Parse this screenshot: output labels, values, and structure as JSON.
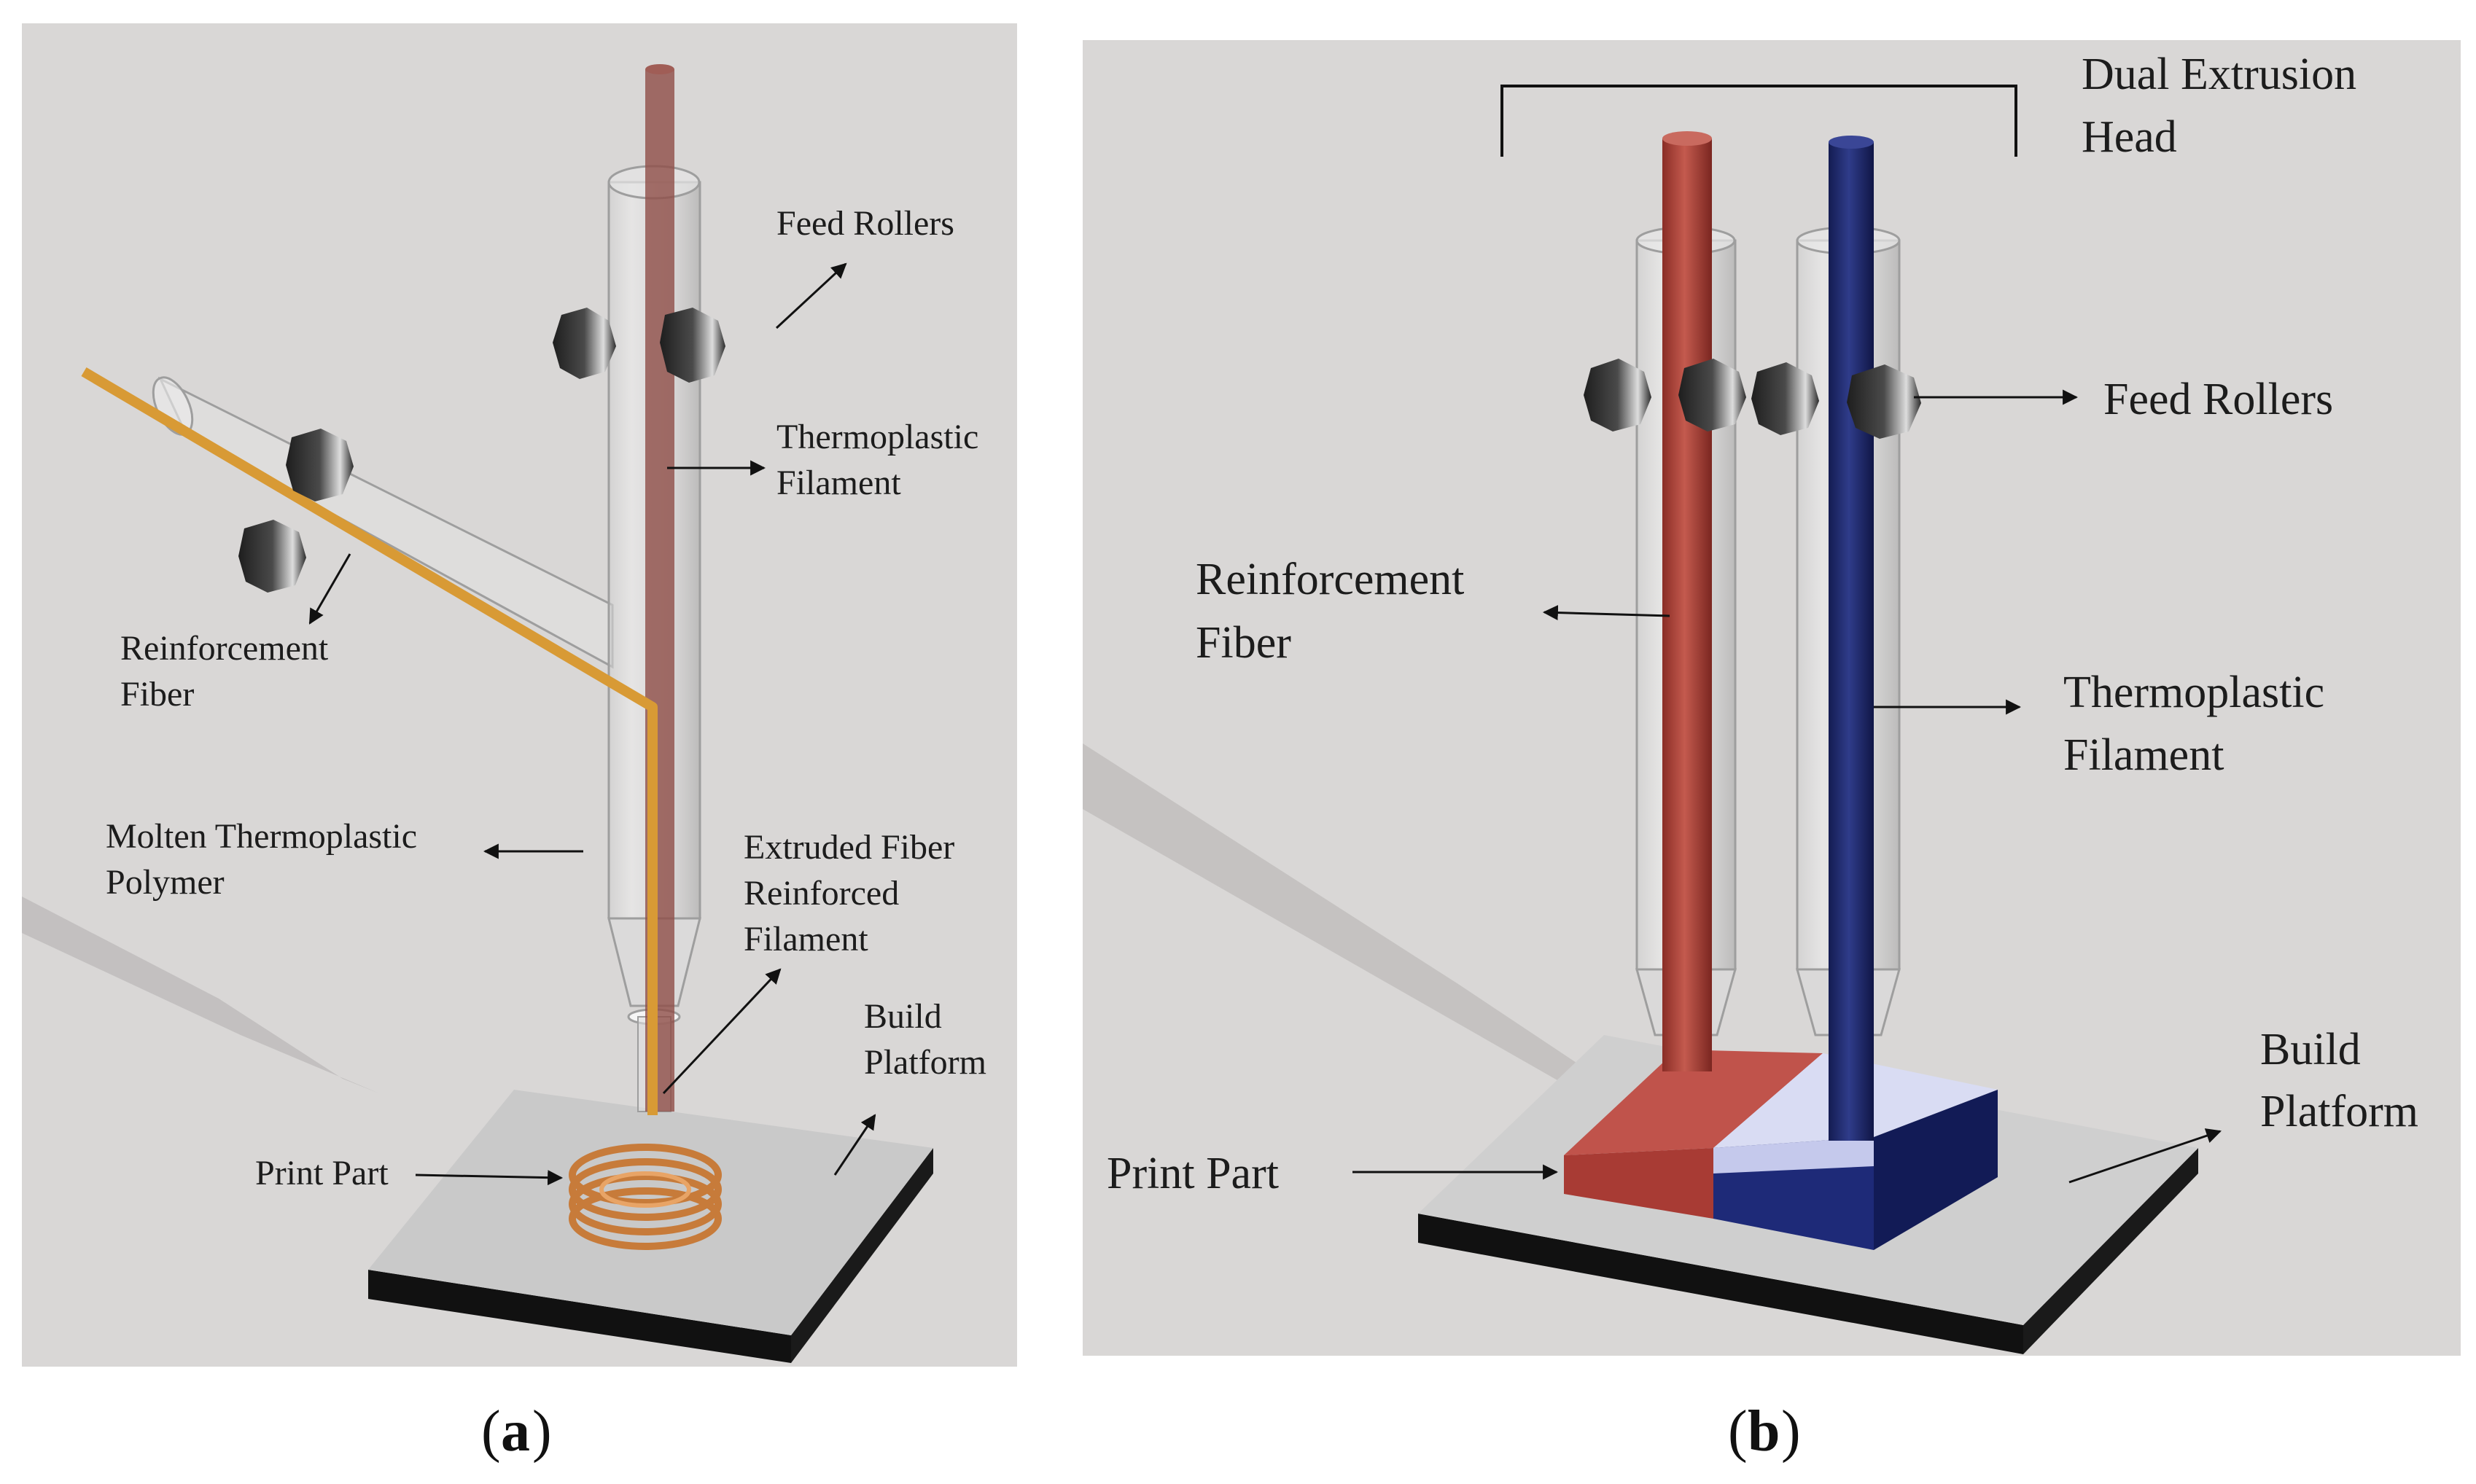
{
  "panel_a": {
    "caption_letter": "a",
    "labels": {
      "feed_rollers": "Feed Rollers",
      "thermoplastic_1": "Thermoplastic",
      "thermoplastic_2": "Filament",
      "reinforcement_1": "Reinforcement",
      "reinforcement_2": "Fiber",
      "molten_1": "Molten Thermoplastic",
      "molten_2": "Polymer",
      "extruded_1": "Extruded Fiber",
      "extruded_2": "Reinforced",
      "extruded_3": "Filament",
      "build_1": "Build",
      "build_2": "Platform",
      "print_part": "Print Part"
    }
  },
  "panel_b": {
    "caption_letter": "b",
    "labels": {
      "dual_1": "Dual Extrusion",
      "dual_2": "Head",
      "feed_rollers": "Feed Rollers",
      "reinforcement_1": "Reinforcement",
      "reinforcement_2": "Fiber",
      "thermoplastic_1": "Thermoplastic",
      "thermoplastic_2": "Filament",
      "build_1": "Build",
      "build_2": "Platform",
      "print_part": "Print Part"
    }
  },
  "colors": {
    "background": "#d9d7d6",
    "red_fiber": "#b0483e",
    "blue_filament": "#1f2a6e",
    "orange_fiber": "#d89a35",
    "roller": "#2f2f2f",
    "print_part_red": "#b84a44",
    "print_part_light": "#cfd3ee"
  }
}
